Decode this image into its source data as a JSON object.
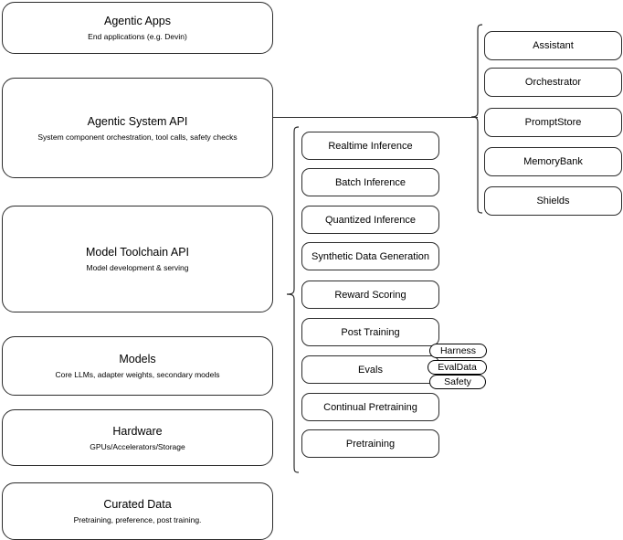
{
  "diagram": {
    "title": "AI Stack Architecture Diagram",
    "stroke_color": "#2b2b2b",
    "background_color": "#ffffff"
  },
  "stack_layers": [
    {
      "id": "agentic-apps",
      "title": "Agentic Apps",
      "subtitle": "End applications (e.g. Devin)"
    },
    {
      "id": "agentic-system-api",
      "title": "Agentic System API",
      "subtitle": "System component orchestration, tool calls, safety checks"
    },
    {
      "id": "model-toolchain-api",
      "title": "Model Toolchain API",
      "subtitle": "Model development & serving"
    },
    {
      "id": "models",
      "title": "Models",
      "subtitle": "Core LLMs, adapter weights, secondary models"
    },
    {
      "id": "hardware",
      "title": "Hardware",
      "subtitle": "GPUs/Accelerators/Storage"
    },
    {
      "id": "curated-data",
      "title": "Curated Data",
      "subtitle": "Pretraining, preference, post training."
    }
  ],
  "toolchain_components": [
    {
      "id": "realtime-inference",
      "label": "Realtime Inference"
    },
    {
      "id": "batch-inference",
      "label": "Batch Inference"
    },
    {
      "id": "quantized-inference",
      "label": "Quantized Inference"
    },
    {
      "id": "synthetic-data-generation",
      "label": "Synthetic Data Generation"
    },
    {
      "id": "reward-scoring",
      "label": "Reward Scoring"
    },
    {
      "id": "post-training",
      "label": "Post Training"
    },
    {
      "id": "evals",
      "label": "Evals"
    },
    {
      "id": "continual-pretraining",
      "label": "Continual Pretraining"
    },
    {
      "id": "pretraining",
      "label": "Pretraining"
    }
  ],
  "eval_badges": [
    {
      "id": "harness",
      "label": "Harness"
    },
    {
      "id": "evaldata",
      "label": "EvalData"
    },
    {
      "id": "safety",
      "label": "Safety"
    }
  ],
  "agentic_components": [
    {
      "id": "assistant",
      "label": "Assistant"
    },
    {
      "id": "orchestrator",
      "label": "Orchestrator"
    },
    {
      "id": "promptstore",
      "label": "PromptStore"
    },
    {
      "id": "memorybank",
      "label": "MemoryBank"
    },
    {
      "id": "shields",
      "label": "Shields"
    }
  ]
}
